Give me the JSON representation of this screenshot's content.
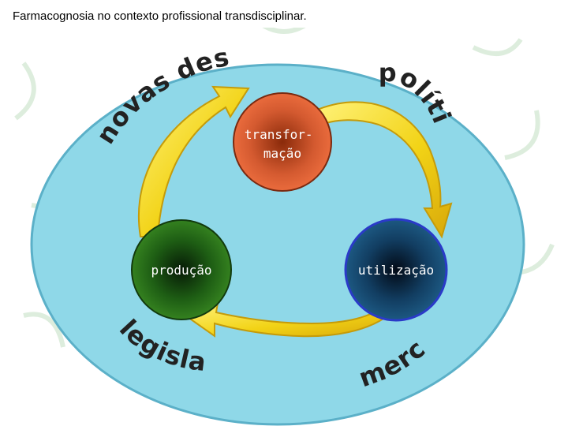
{
  "title": "Farmacognosia no contexto profissional transdisciplinar.",
  "nodes": {
    "transformacao": {
      "line1": "transfor-",
      "line2": "mação"
    },
    "producao": "produção",
    "utilizacao": "utilização"
  },
  "labels": {
    "novas_descobertas": "novas descobertas",
    "politica": "política",
    "legislacao": "legislação",
    "mercado": "mercado"
  },
  "colors": {
    "background_ellipse": "#8fd8e8",
    "ellipse_border": "#5bb0c8",
    "arrow_fill": "#f2d316",
    "arrow_border": "#c59b0a",
    "transformacao_fill": "#e8623a",
    "producao_fill": "#2a7a1a",
    "utilizacao_fill": "#1a4a6e"
  }
}
